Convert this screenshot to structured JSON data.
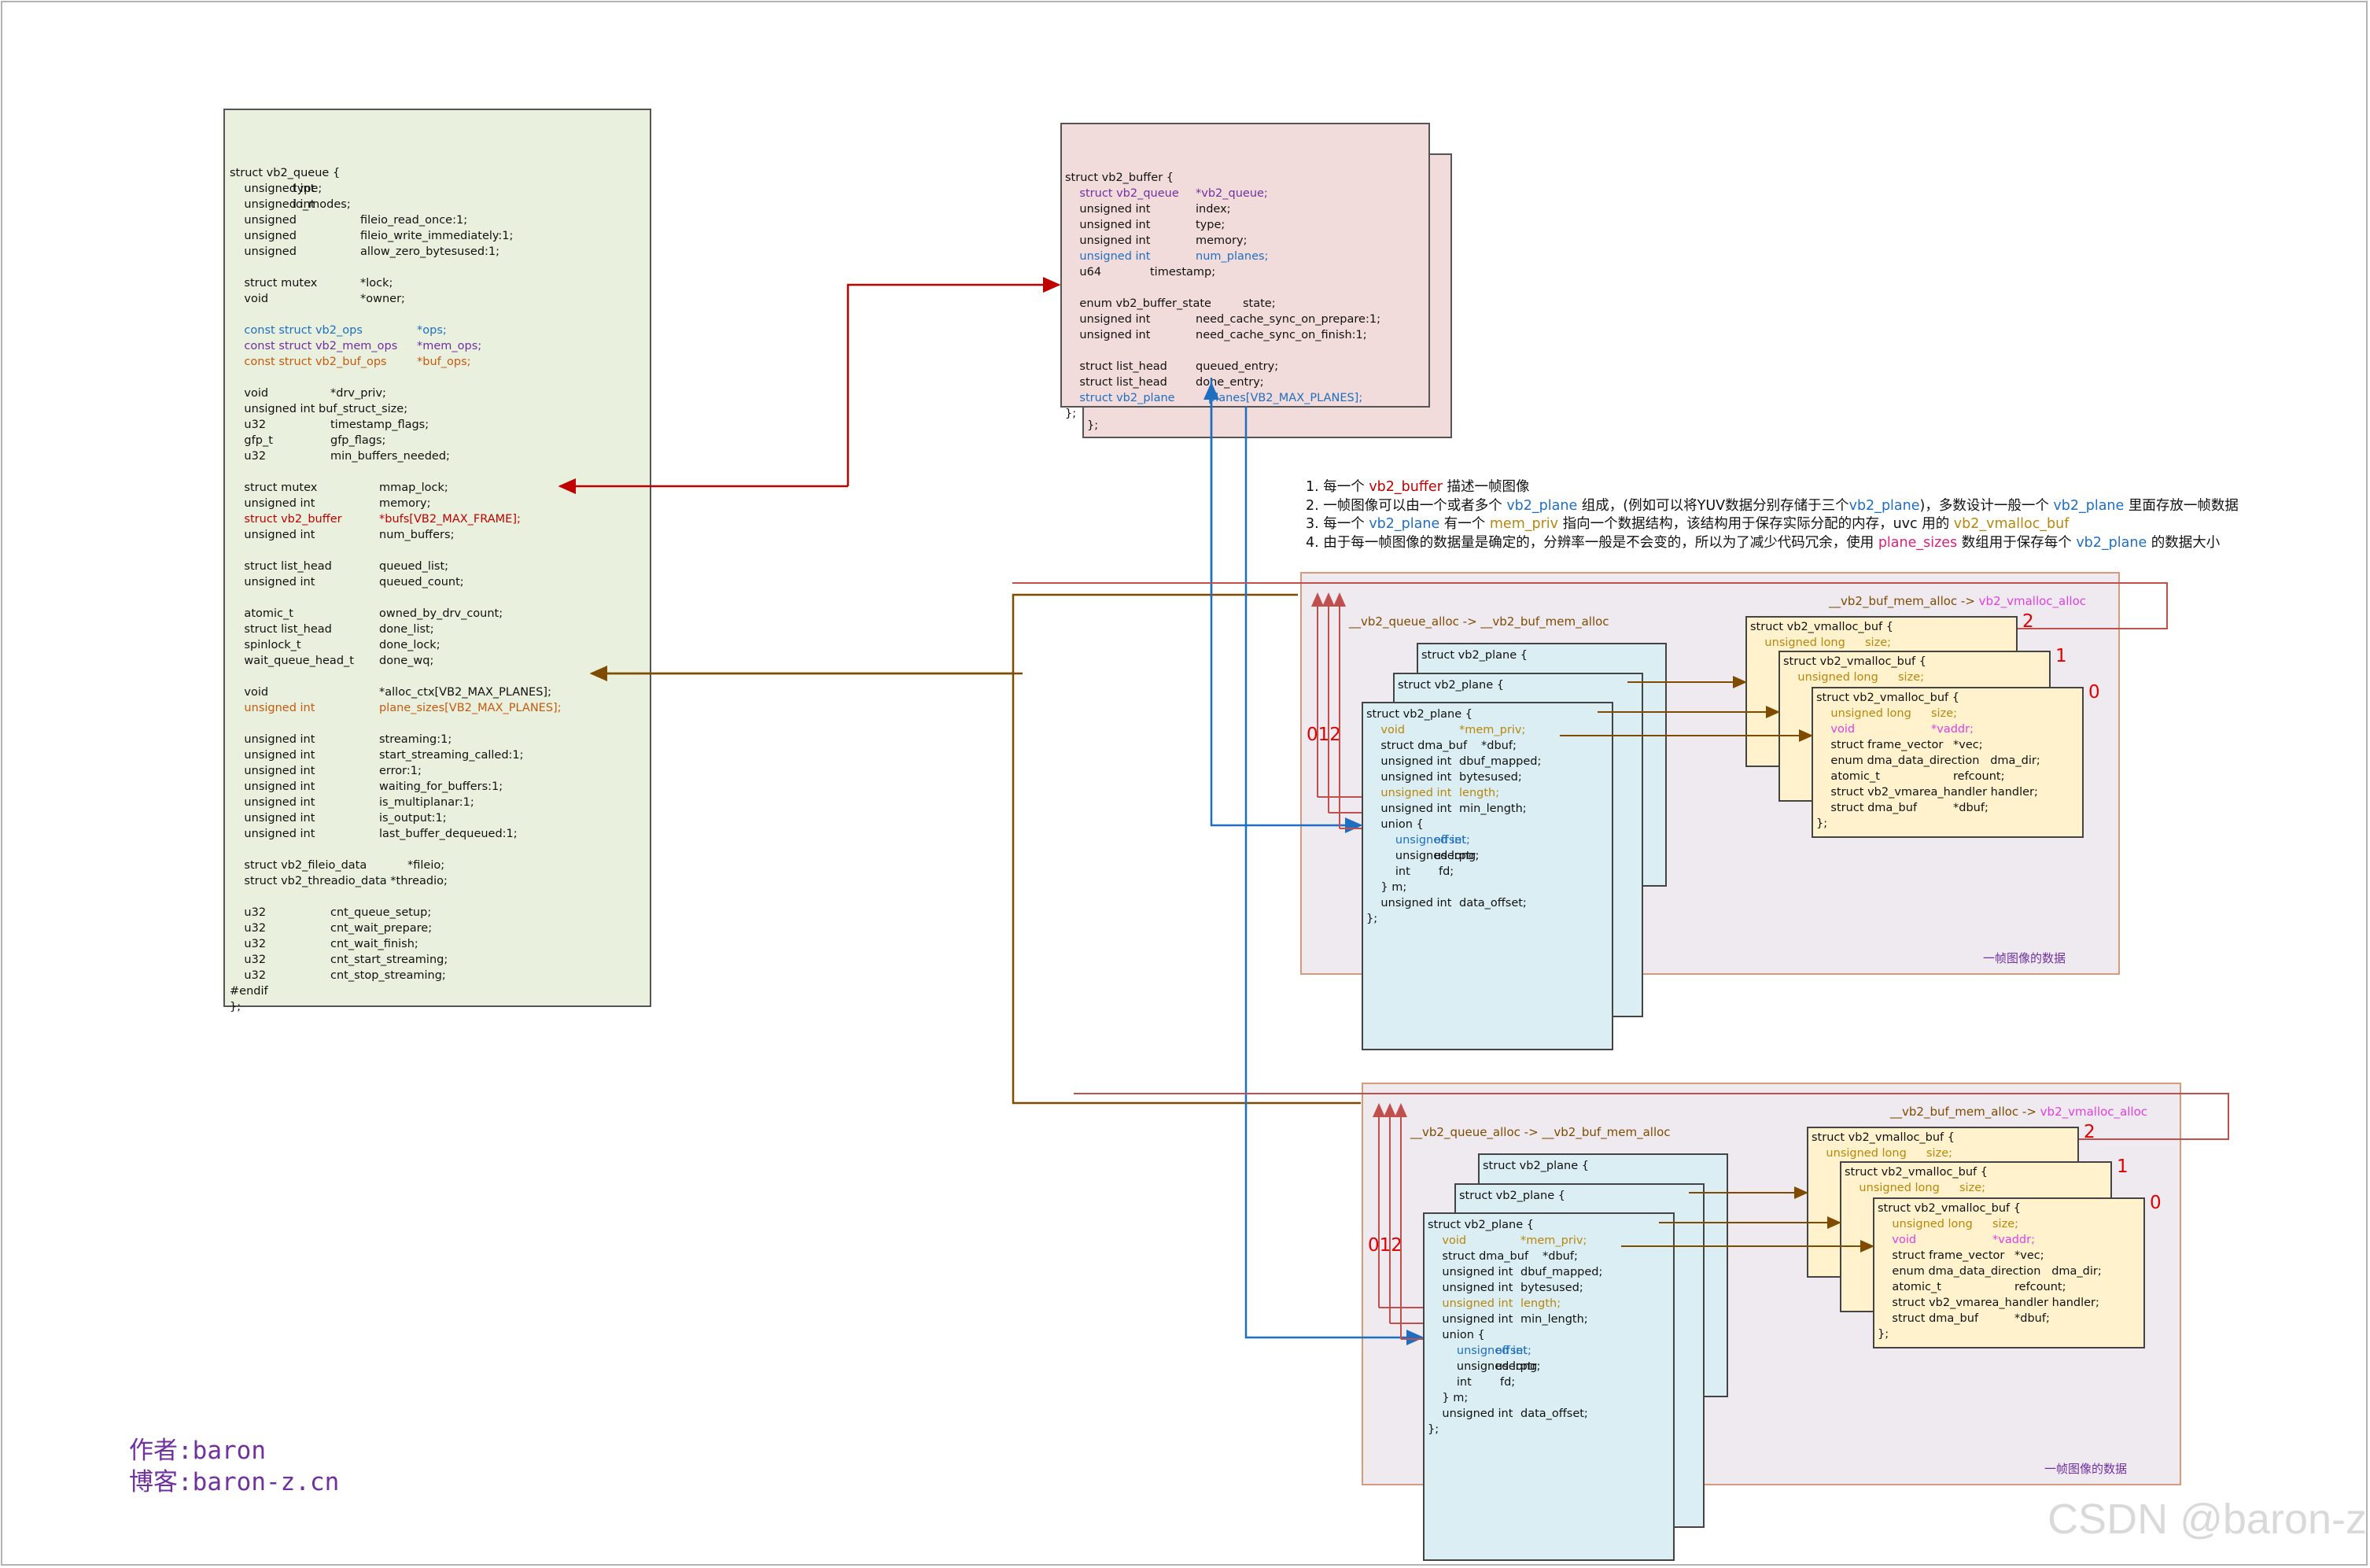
{
  "colors": {
    "red": "#c00000",
    "blue": "#1f6fc0",
    "purple": "#7030a0",
    "orange": "#c55a11",
    "brown": "#7f4b00",
    "pink": "#e040e0",
    "gold": "#b8860b",
    "pinkred": "#e0207a"
  },
  "vb2_queue": {
    "lines": [
      {
        "t": "struct vb2_queue {"
      },
      {
        "a": "    unsigned int",
        "b": "type;"
      },
      {
        "a": "    unsigned int",
        "b": "io_modes;"
      },
      {
        "a": "    unsigned",
        "c": "fileio_read_once:1;"
      },
      {
        "a": "    unsigned",
        "c": "fileio_write_immediately:1;"
      },
      {
        "a": "    unsigned",
        "c": "allow_zero_bytesused:1;"
      },
      {
        "t": ""
      },
      {
        "a": "    struct mutex",
        "c": "*lock;"
      },
      {
        "a": "    void",
        "c": "*owner;"
      },
      {
        "t": ""
      },
      {
        "a": "    const struct vb2_ops",
        "d": "*ops;",
        "col": "blue"
      },
      {
        "a": "    const struct vb2_mem_ops",
        "d": "*mem_ops;",
        "col": "purple"
      },
      {
        "a": "    const struct vb2_buf_ops",
        "d": "*buf_ops;",
        "col": "orange"
      },
      {
        "t": ""
      },
      {
        "a": "    void",
        "e": "*drv_priv;"
      },
      {
        "t": "    unsigned int buf_struct_size;"
      },
      {
        "a": "    u32",
        "e": "timestamp_flags;"
      },
      {
        "a": "    gfp_t",
        "e": "gfp_flags;"
      },
      {
        "a": "    u32",
        "e": "min_buffers_needed;"
      },
      {
        "t": ""
      },
      {
        "a": "    struct mutex",
        "f": "mmap_lock;"
      },
      {
        "a": "    unsigned int",
        "f": "memory;"
      },
      {
        "a": "    struct vb2_buffer",
        "g": "*bufs[VB2_MAX_FRAME];",
        "col": "red"
      },
      {
        "a": "    unsigned int",
        "f": "num_buffers;"
      },
      {
        "t": ""
      },
      {
        "a": "    struct list_head",
        "f": "queued_list;"
      },
      {
        "a": "    unsigned int",
        "f": "queued_count;"
      },
      {
        "t": ""
      },
      {
        "a": "    atomic_t",
        "f": "owned_by_drv_count;"
      },
      {
        "a": "    struct list_head",
        "f": "done_list;"
      },
      {
        "a": "    spinlock_t",
        "f": "done_lock;"
      },
      {
        "a": "    wait_queue_head_t",
        "f": "done_wq;"
      },
      {
        "t": ""
      },
      {
        "a": "    void",
        "f": "*alloc_ctx[VB2_MAX_PLANES];"
      },
      {
        "a": "    unsigned int",
        "f": "plane_sizes[VB2_MAX_PLANES];",
        "col": "orange"
      },
      {
        "t": ""
      },
      {
        "a": "    unsigned int",
        "f": "streaming:1;"
      },
      {
        "a": "    unsigned int",
        "f": "start_streaming_called:1;"
      },
      {
        "a": "    unsigned int",
        "f": "error:1;"
      },
      {
        "a": "    unsigned int",
        "f": "waiting_for_buffers:1;"
      },
      {
        "a": "    unsigned int",
        "f": "is_multiplanar:1;"
      },
      {
        "a": "    unsigned int",
        "f": "is_output:1;"
      },
      {
        "a": "    unsigned int",
        "f": "last_buffer_dequeued:1;"
      },
      {
        "t": ""
      },
      {
        "a": "    struct vb2_fileio_data",
        "h": "*fileio;"
      },
      {
        "t": "    struct vb2_threadio_data *threadio;"
      },
      {
        "t": ""
      },
      {
        "a": "    u32",
        "e": "cnt_queue_setup;"
      },
      {
        "a": "    u32",
        "e": "cnt_wait_prepare;"
      },
      {
        "a": "    u32",
        "e": "cnt_wait_finish;"
      },
      {
        "a": "    u32",
        "e": "cnt_start_streaming;"
      },
      {
        "a": "    u32",
        "e": "cnt_stop_streaming;"
      },
      {
        "t": "#endif"
      },
      {
        "t": "};"
      }
    ]
  },
  "vb2_buffer": {
    "back_close": "};",
    "lines": [
      {
        "t": "struct vb2_buffer {"
      },
      {
        "a": "    struct vb2_queue",
        "b": "*vb2_queue;",
        "col": "purple"
      },
      {
        "a": "    unsigned int",
        "b": "index;"
      },
      {
        "a": "    unsigned int",
        "b": "type;"
      },
      {
        "a": "    unsigned int",
        "b": "memory;"
      },
      {
        "a": "    unsigned int",
        "b": "num_planes;",
        "col": "blue"
      },
      {
        "a": "    u64",
        "c": "timestamp;"
      },
      {
        "t": ""
      },
      {
        "a": "    enum vb2_buffer_state",
        "d": "state;"
      },
      {
        "a": "    unsigned int",
        "b": "need_cache_sync_on_prepare:1;"
      },
      {
        "a": "    unsigned int",
        "b": "need_cache_sync_on_finish:1;"
      },
      {
        "t": ""
      },
      {
        "a": "    struct list_head",
        "b": "queued_entry;"
      },
      {
        "a": "    struct list_head",
        "b": "done_entry;"
      },
      {
        "a": "    struct vb2_plane",
        "e": "planes[VB2_MAX_PLANES];",
        "col": "blue"
      },
      {
        "t": "};"
      }
    ]
  },
  "notes": [
    [
      {
        "t": "1. 每一个 "
      },
      {
        "t": "vb2_buffer",
        "c": "red"
      },
      {
        "t": " 描述一帧图像"
      }
    ],
    [
      {
        "t": "2. 一帧图像可以由一个或者多个 "
      },
      {
        "t": "vb2_plane",
        "c": "blue"
      },
      {
        "t": " 组成，(例如可以将YUV数据分别存储于三个"
      },
      {
        "t": "vb2_plane",
        "c": "blue"
      },
      {
        "t": ")，多数设计一般一个 "
      },
      {
        "t": "vb2_plane",
        "c": "blue"
      },
      {
        "t": " 里面存放一帧数据"
      }
    ],
    [
      {
        "t": "3. 每一个 "
      },
      {
        "t": "vb2_plane",
        "c": "blue"
      },
      {
        "t": " 有一个 "
      },
      {
        "t": "mem_priv",
        "c": "gold"
      },
      {
        "t": " 指向一个数据结构，该结构用于保存实际分配的内存，uvc 用的 "
      },
      {
        "t": "vb2_vmalloc_buf",
        "c": "gold"
      }
    ],
    [
      {
        "t": "4. 由于每一帧图像的数据量是确定的，分辨率一般是不会变的，所以为了减少代码冗余，使用 "
      },
      {
        "t": "plane_sizes",
        "c": "pinkred"
      },
      {
        "t": " 数组用于保存每个 "
      },
      {
        "t": "vb2_plane",
        "c": "blue"
      },
      {
        "t": " 的数据大小"
      }
    ]
  ],
  "frame": {
    "caption": "一帧图像的数据",
    "queue_alloc": "__vb2_queue_alloc -> __vb2_buf_mem_alloc",
    "mem_alloc_a": "__vb2_buf_mem_alloc -> ",
    "mem_alloc_b": "vb2_vmalloc_alloc",
    "idx": "012",
    "plane_head": "struct vb2_plane {",
    "plane_lines": [
      {
        "a": "    void",
        "b": "*mem_priv;",
        "col": "gold"
      },
      {
        "a": "    struct dma_buf",
        "c": "*dbuf;"
      },
      {
        "a": "    unsigned int",
        "b": "dbuf_mapped;"
      },
      {
        "a": "    unsigned int",
        "b": "bytesused;"
      },
      {
        "a": "    unsigned int",
        "b": "length;",
        "col": "gold"
      },
      {
        "a": "    unsigned int",
        "b": "min_length;"
      },
      {
        "t": "    union {"
      },
      {
        "a": "        unsigned int",
        "d": "offset;",
        "col": "blue"
      },
      {
        "a": "        unsigned long",
        "d": "userptr;"
      },
      {
        "a": "        int",
        "e": "fd;"
      },
      {
        "t": "    } m;"
      },
      {
        "a": "    unsigned int",
        "b": "data_offset;"
      },
      {
        "t": "};"
      }
    ],
    "vm_head": "struct vb2_vmalloc_buf {",
    "vm_lines": [
      {
        "a": "    unsigned long",
        "b": "size;",
        "col": "gold"
      },
      {
        "a": "    void",
        "b": "*vaddr;",
        "col": "pink"
      },
      {
        "a": "    struct frame_vector",
        "c": "*vec;"
      },
      {
        "t": "    enum dma_data_direction   dma_dir;"
      },
      {
        "a": "    atomic_t",
        "d": "refcount;"
      },
      {
        "t": "    struct vb2_vmarea_handler handler;"
      },
      {
        "a": "    struct dma_buf",
        "e": "*dbuf;"
      },
      {
        "t": "};"
      }
    ],
    "vm_nums": [
      "2",
      "1",
      "0"
    ]
  },
  "author": {
    "line1": "作者:baron",
    "line2": "博客:baron-z.cn"
  },
  "watermark": "CSDN @baron-z"
}
